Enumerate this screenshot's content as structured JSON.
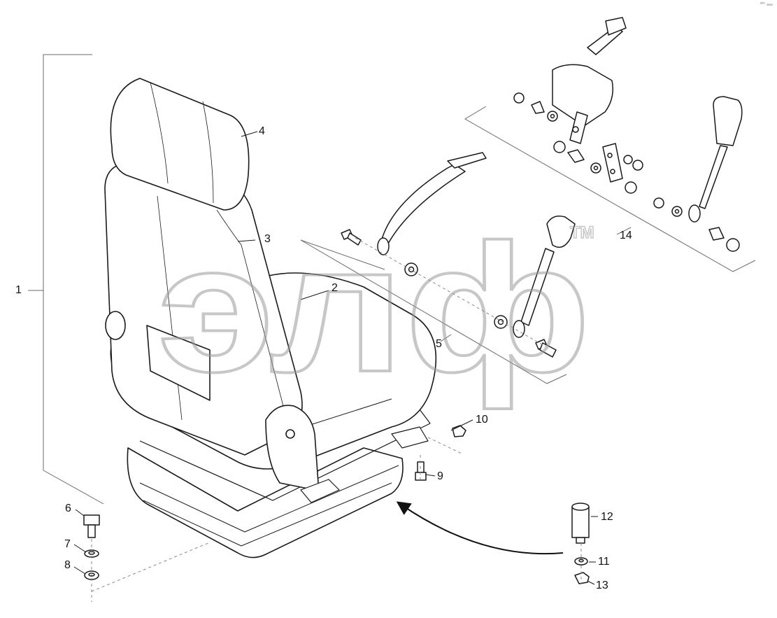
{
  "watermark": {
    "text": "элф",
    "tm": "TM",
    "color": "#9a9a9a"
  },
  "corner_mark": "ᵈᵐ ₒₒₒ",
  "callouts": {
    "c1": "1",
    "c2": "2",
    "c3": "3",
    "c4": "4",
    "c5": "5",
    "c6": "6",
    "c7": "7",
    "c8": "8",
    "c9": "9",
    "c10": "10",
    "c11": "11",
    "c12": "12",
    "c13": "13",
    "c14": "14"
  },
  "colors": {
    "line": "#1a1a1a",
    "thin": "#6b6b6b",
    "dash": "#8a8a8a"
  }
}
